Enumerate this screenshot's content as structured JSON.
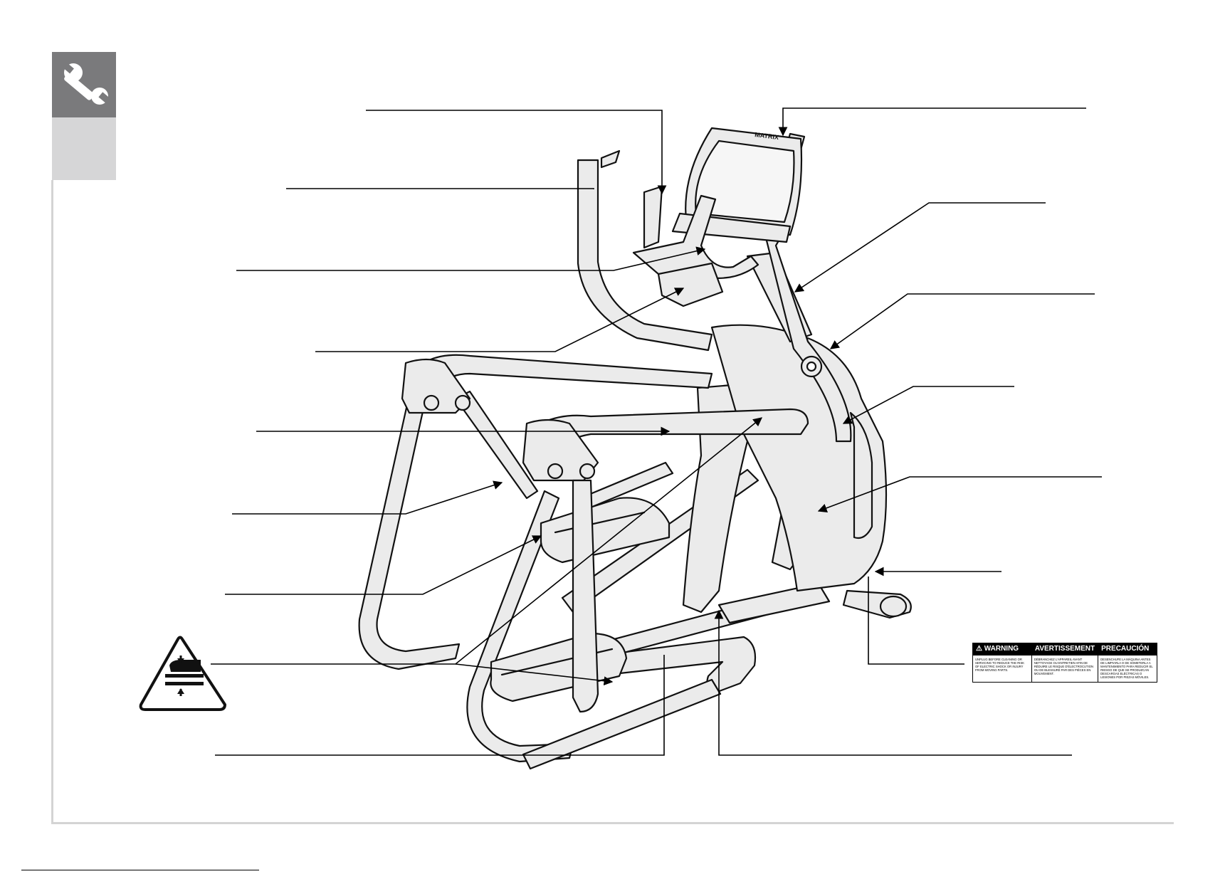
{
  "section_tab": {
    "icon": "wrench-icon"
  },
  "warning_label": {
    "columns": [
      {
        "heading": "⚠ WARNING",
        "body": "Unplug before cleaning or servicing to reduce the risk of electric shock or injury from moving parts."
      },
      {
        "heading": "AVERTISSEMENT",
        "body": "Débranchez l'appareil avant nettoyage ou entretien afin de réduire le risque d'électrocution ou de blessure par des pièces en mouvement."
      },
      {
        "heading": "PRECAUCIÓN",
        "body": "Desenchufe la máquina antes de limpiarla o de someterla a mantenimiento para reducir el riesgo de que se produzcan descargas eléctricas o lesiones por piezas móviles."
      }
    ]
  },
  "display_brand": "MATRIX",
  "pinch_hazard_icon": "pinch-hazard-icon",
  "colors": {
    "tab_dark": "#7a7a7c",
    "tab_light": "#d6d6d7",
    "frame": "#d4d4d4",
    "machine_fill": "#ebebeb",
    "machine_stroke": "#111111"
  }
}
